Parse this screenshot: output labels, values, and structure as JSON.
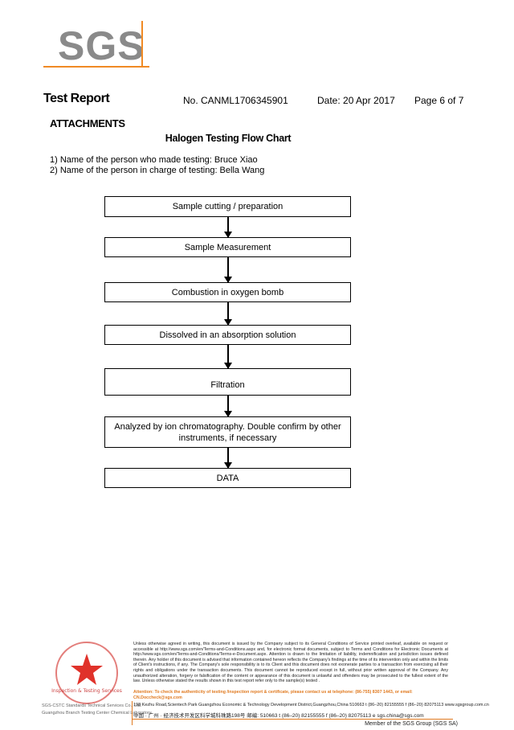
{
  "logo": {
    "text": "SGS",
    "accent": "#f08a24"
  },
  "header": {
    "title": "Test Report",
    "number": "No. CANML1706345901",
    "date": "Date: 20 Apr 2017",
    "page": "Page 6 of 7"
  },
  "section": "ATTACHMENTS",
  "chart_title": "Halogen Testing Flow Chart",
  "persons": [
    "1) Name of the person who made testing: Bruce Xiao",
    "2) Name of the person in charge of testing: Bella Wang"
  ],
  "steps": [
    "Sample cutting / preparation",
    "Sample Measurement",
    "Combustion in oxygen bomb",
    "Dissolved in an absorption solution",
    "Filtration",
    "Analyzed by ion chromatography. Double confirm by other instruments, if necessary",
    "DATA"
  ],
  "footer": {
    "legal": "Unless otherwise agreed in writing, this document is issued by the Company subject to its General Conditions of Service printed overleaf, available on request or accessible at http://www.sgs.com/en/Terms-and-Conditions.aspx and, for electronic format documents, subject to Terms and Conditions for Electronic Documents at http://www.sgs.com/en/Terms-and-Conditions/Terms-e-Document.aspx. Attention is drawn to the limitation of liability, indemnification and jurisdiction issues defined therein. Any holder of this document is advised that information contained hereon reflects the Company's findings at the time of its intervention only and within the limits of Client's instructions, if any. The Company's sole responsibility is to its Client and this document does not exonerate parties to a transaction from exercising all their rights and obligations under the transaction documents. This document cannot be reproduced except in full, without prior written approval of the Company. Any unauthorized alteration, forgery or falsification of the content or appearance of this document is unlawful and offenders may be prosecuted to the fullest extent of the law. Unless otherwise stated the results shown in this test report refer only to the sample(s) tested .",
    "attention": "Attention: To check the authenticity of testing /inspection report & certificate, please contact us at telephone: (86-755) 8307 1443, or email: CN.Doccheck@sgs.com",
    "address_en": "198 Kezhu Road,Scientech Park Guangzhou Economic & Technology Development District,Guangzhou,China  510663   t (86–20) 82155555   f (86–20) 82075113   www.sgsgroup.com.cn",
    "address_cn": "中国 · 广州 · 经济技术开发区科学城科珠路198号        邮编: 510663   t (86–20) 82155555   f (86–20) 82075113   e sgs.china@sgs.com",
    "company_lines": [
      "SGS-CSTC Standards Technical Services Co., Ltd.",
      "Guangzhou Branch Testing Center Chemical Laboratory"
    ],
    "stamp_text": "检验检测专用章 Inspection & Testing Services",
    "member": "Member of the SGS Group (SGS SA)"
  }
}
